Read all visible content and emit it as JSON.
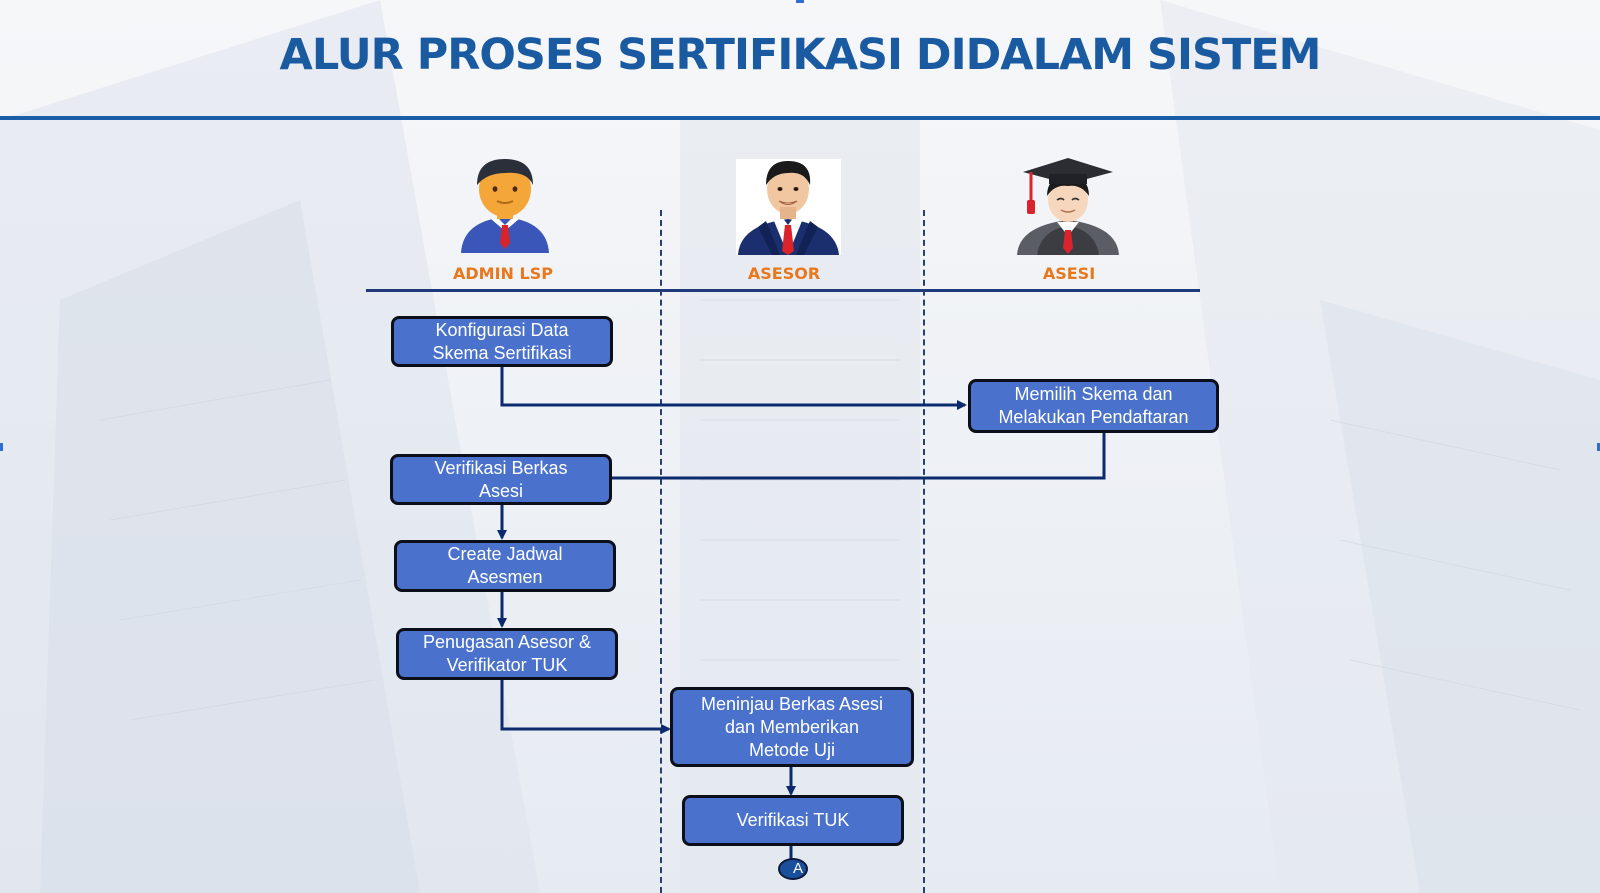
{
  "title": "ALUR PROSES SERTIFIKASI DIDALAM SISTEM",
  "colors": {
    "title": "#1a5aa0",
    "lane_label": "#e8781e",
    "box_fill": "#4a72cc",
    "box_border": "#0c0f1a",
    "arrow": "#0b2a6e"
  },
  "lanes": [
    {
      "label": "ADMIN LSP",
      "icon": "admin-avatar-icon"
    },
    {
      "label": "ASESOR",
      "icon": "asesor-avatar-icon"
    },
    {
      "label": "ASESI",
      "icon": "asesi-graduate-avatar-icon"
    }
  ],
  "steps": {
    "konfigurasi": [
      "Konfigurasi Data",
      "Skema Sertifikasi"
    ],
    "memilih": [
      "Memilih Skema dan",
      "Melakukan Pendaftaran"
    ],
    "verifikasi_berkas": [
      "Verifikasi Berkas",
      "Asesi"
    ],
    "create_jadwal": [
      "Create Jadwal",
      "Asesmen"
    ],
    "penugasan": [
      "Penugasan Asesor &",
      "Verifikator TUK"
    ],
    "meninjau": [
      "Meninjau Berkas Asesi",
      "dan Memberikan",
      "Metode Uji"
    ],
    "verifikasi_tuk": [
      "Verifikasi TUK"
    ]
  },
  "connector_label": "A"
}
